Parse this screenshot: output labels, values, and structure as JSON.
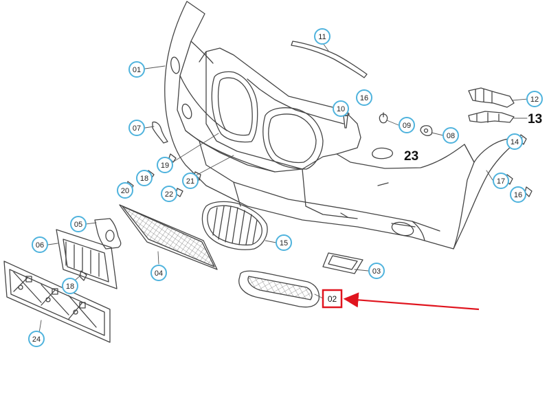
{
  "callouts": [
    {
      "id": "c01",
      "label": "01"
    },
    {
      "id": "c11",
      "label": "11"
    },
    {
      "id": "c16a",
      "label": "16"
    },
    {
      "id": "c10",
      "label": "10"
    },
    {
      "id": "c12",
      "label": "12"
    },
    {
      "id": "c09",
      "label": "09"
    },
    {
      "id": "c08",
      "label": "08"
    },
    {
      "id": "c07",
      "label": "07"
    },
    {
      "id": "c19",
      "label": "19"
    },
    {
      "id": "c18a",
      "label": "18"
    },
    {
      "id": "c20",
      "label": "20"
    },
    {
      "id": "c22",
      "label": "22"
    },
    {
      "id": "c21",
      "label": "21"
    },
    {
      "id": "c14",
      "label": "14"
    },
    {
      "id": "c17",
      "label": "17"
    },
    {
      "id": "c16b",
      "label": "16"
    },
    {
      "id": "c05",
      "label": "05"
    },
    {
      "id": "c06",
      "label": "06"
    },
    {
      "id": "c15",
      "label": "15"
    },
    {
      "id": "c04",
      "label": "04"
    },
    {
      "id": "c03",
      "label": "03"
    },
    {
      "id": "c18b",
      "label": "18"
    },
    {
      "id": "c24",
      "label": "24"
    }
  ],
  "plain_labels": {
    "label_13": "13",
    "label_23": "23"
  },
  "highlight": {
    "label": "02",
    "color": "#e0141e"
  },
  "colors": {
    "callout_ring": "#4fb3dd",
    "line": "#3a3a3a"
  }
}
